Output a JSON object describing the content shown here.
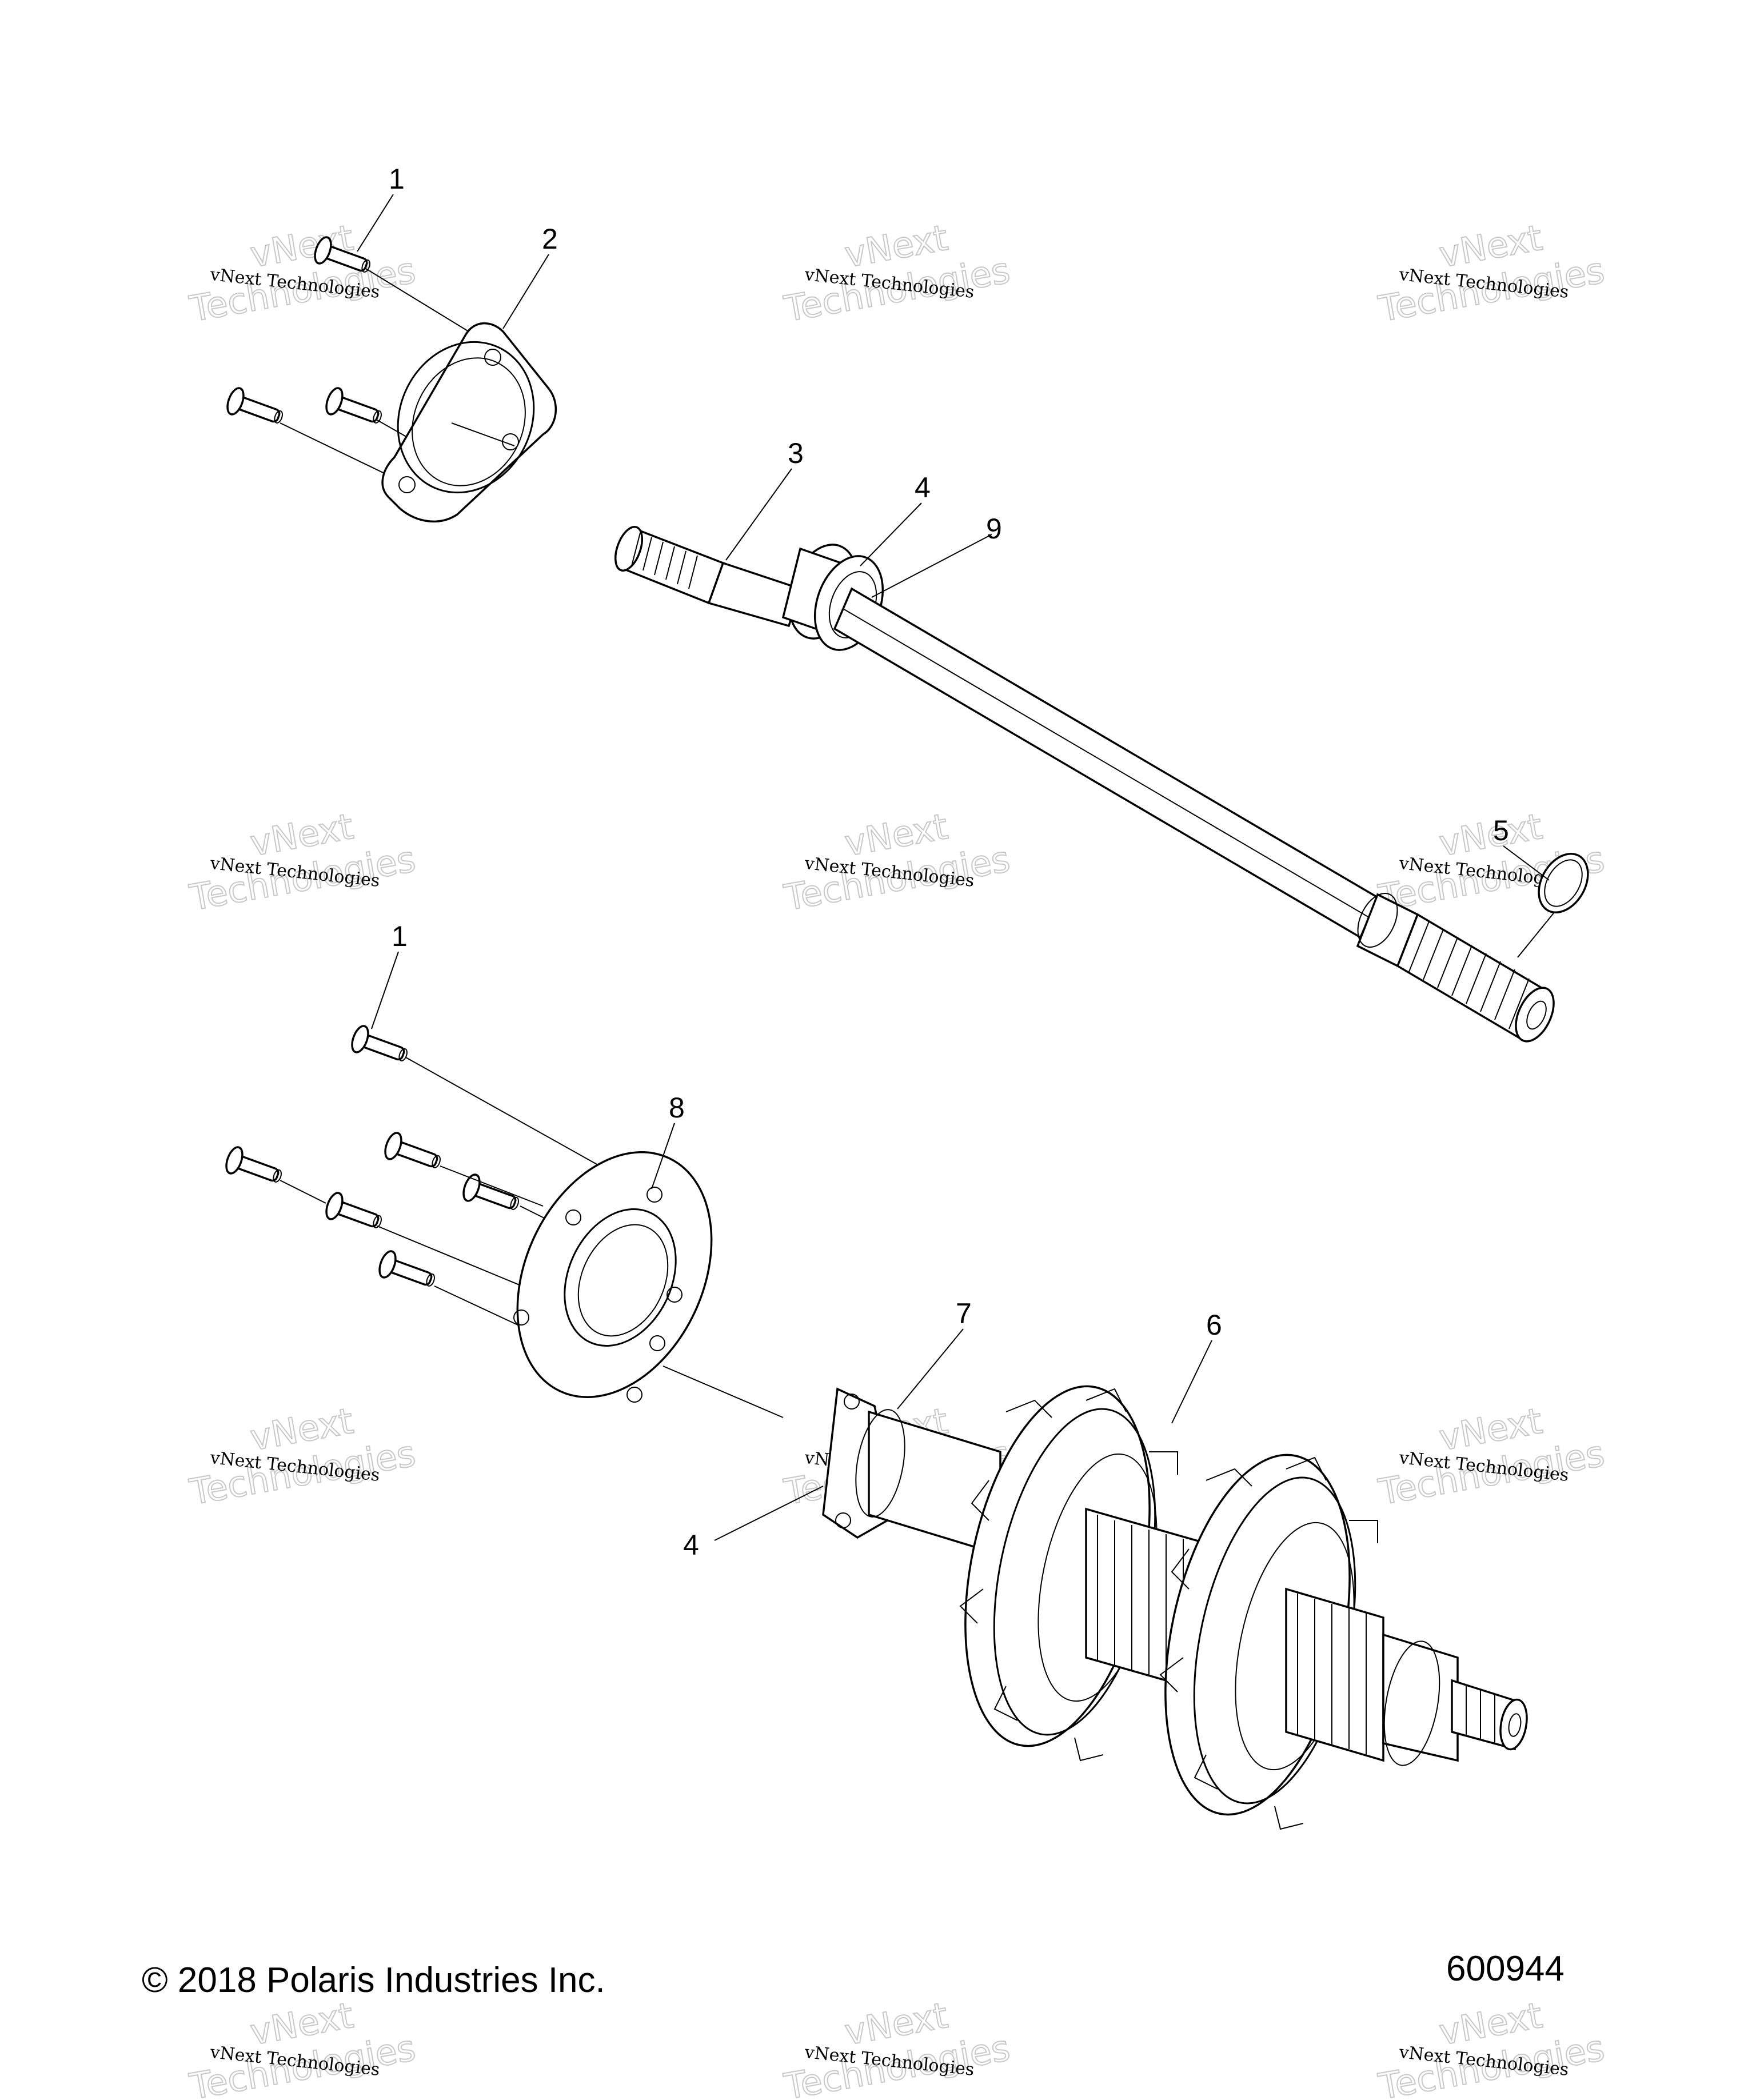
{
  "diagram": {
    "callouts": {
      "c1_top": "1",
      "c2": "2",
      "c3": "3",
      "c4_top": "4",
      "c9": "9",
      "c5": "5",
      "c1_mid": "1",
      "c8": "8",
      "c7": "7",
      "c6": "6",
      "c4_bottom": "4"
    },
    "watermark": {
      "line1": "vNext Technologies",
      "line2": "Technologies",
      "line3": "vNext"
    },
    "footer": {
      "copyright": "© 2018 Polaris Industries Inc.",
      "figure_number": "600944"
    }
  }
}
